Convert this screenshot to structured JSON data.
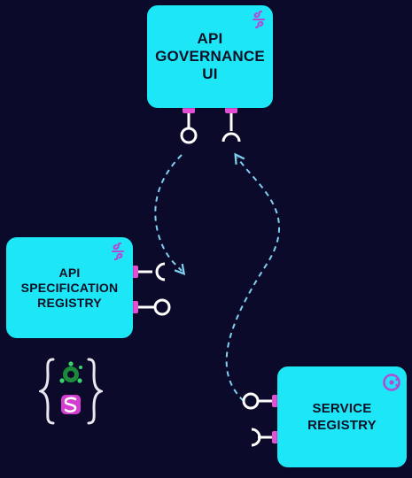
{
  "diagram": {
    "components": [
      {
        "id": "api-governance-ui",
        "label": "API\nGOVERNANCE\nUI",
        "corner_icon": "swagger-icon"
      },
      {
        "id": "api-specification-registry",
        "label": "API\nSPECIFICATION\nREGISTRY",
        "corner_icon": "swagger-icon"
      },
      {
        "id": "service-registry",
        "label": "SERVICE\nREGISTRY",
        "corner_icon": "consul-icon"
      }
    ],
    "connections": [
      {
        "from": "api-governance-ui.provided-interface",
        "to": "api-specification-registry.required-interface",
        "style": "dashed"
      },
      {
        "from": "service-registry.provided-interface",
        "to": "api-governance-ui.required-interface",
        "style": "dashed"
      }
    ],
    "tools": [
      "api-schema-icon",
      "stoplight-icon"
    ],
    "colors": {
      "background": "#0b0a2a",
      "component_fill": "#1de6f7",
      "port_fill": "#e34fd3",
      "wire": "#7fd0f0",
      "interface_stroke": "#ffffff",
      "icon_purple": "#b14bd6"
    }
  }
}
